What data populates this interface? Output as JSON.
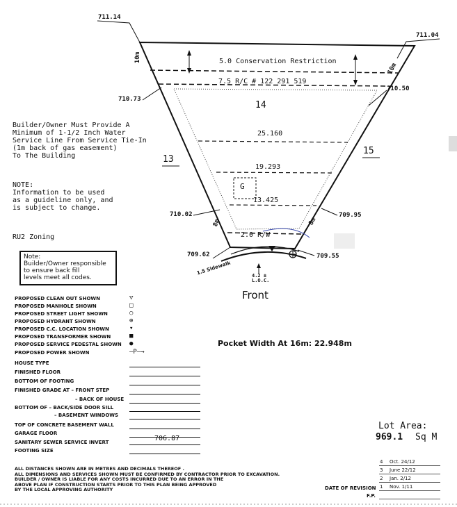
{
  "plan": {
    "elevations": {
      "top_left": "711.14",
      "top_right": "711.04",
      "left_upper": "710.73",
      "right_upper": "710.50",
      "left_lower": "710.02",
      "right_lower": "709.95",
      "bottom_left": "709.62",
      "bottom_right": "709.55"
    },
    "side_setback_left": "10m",
    "side_setback_right": "10m",
    "lower_setback_left": "8m",
    "lower_setback_right": "8m",
    "conservation_label": "5.0 Conservation Restriction",
    "rc_label": "7.5 R/C # 122 291 519",
    "lot_number": "14",
    "lot_left": "13",
    "lot_right": "15",
    "width_upper": "25.160",
    "width_mid": "19.293",
    "width_lower": "13.425",
    "garage_label": "G",
    "rw_label": "2.0 R/W",
    "sidewalk_label": "1.5 Sidewalk",
    "loc_value": "4.2 ±",
    "loc_label": "L.O.C.",
    "front_label": "Front"
  },
  "notes": {
    "builder_service": "Builder/Owner Must Provide A\nMinimum of 1-1/2 Inch Water\nService Line From Service Tie-In\n(1m back of gas easement)\nTo The Building",
    "guideline": "NOTE:\nInformation to be used\nas a guideline only, and\nis subject to change.",
    "zoning": "RU2 Zoning",
    "backfill": "Note:\nBuilder/Owner responsible\nto ensure back fill\nlevels meet all codes.",
    "pocket_width": "Pocket Width At 16m:  22.948m"
  },
  "legend": [
    {
      "label": "PROPOSED CLEAN OUT SHOWN",
      "symbol": "▽"
    },
    {
      "label": "PROPOSED MANHOLE SHOWN",
      "symbol": "□"
    },
    {
      "label": "PROPOSED STREET LIGHT SHOWN",
      "symbol": "○"
    },
    {
      "label": "PROPOSED HYDRANT SHOWN",
      "symbol": "⊕"
    },
    {
      "label": "PROPOSED C.C. LOCATION SHOWN",
      "symbol": "▾"
    },
    {
      "label": "PROPOSED TRANSFORMER SHOWN",
      "symbol": "■"
    },
    {
      "label": "PROPOSED SERVICE PEDESTAL SHOWN",
      "symbol": "●"
    },
    {
      "label": "PROPOSED POWER SHOWN",
      "symbol": "–P–→"
    }
  ],
  "fields": [
    {
      "label": "HOUSE TYPE",
      "value": ""
    },
    {
      "label": "FINISHED FLOOR",
      "value": ""
    },
    {
      "label": "BOTTOM OF FOOTING",
      "value": ""
    },
    {
      "label": "FINISHED GRADE AT – FRONT STEP",
      "value": ""
    },
    {
      "label": "– BACK OF HOUSE",
      "value": ""
    },
    {
      "label": "BOTTOM OF – BACK/SIDE DOOR SILL",
      "value": ""
    },
    {
      "label": "– BASEMENT WINDOWS",
      "value": ""
    },
    {
      "label": "TOP OF CONCRETE BASEMENT WALL",
      "value": ""
    },
    {
      "label": "GARAGE FLOOR",
      "value": ""
    },
    {
      "label": "SANITARY SEWER SERVICE INVERT",
      "value": "706.87"
    },
    {
      "label": "FOOTING SIZE",
      "value": ""
    }
  ],
  "footer": {
    "line1": "ALL DISTANCES SHOWN ARE IN  METRES    AND DECIMALS THEREOF .",
    "line2": "ALL DIMENSIONS AND SERVICES SHOWN MUST BE CONFIRMED BY CONTRACTOR PRIOR TO EXCAVATION.",
    "line3": "BUILDER / OWNER IS LIABLE FOR ANY COSTS INCURRED DUE TO AN ERROR IN THE",
    "line4": "ABOVE PLAN IF CONSTRUCTION STARTS PRIOR TO THIS PLAN BEING APPROVED",
    "line5": "BY THE LOCAL APPROVING AUTHORITY"
  },
  "lot_area": {
    "label": "Lot Area:",
    "value": "969.1",
    "unit": "Sq M"
  },
  "revisions": {
    "date_of_revision_label": "DATE OF REVISION",
    "fp_label": "F.P.",
    "entries": [
      {
        "num": "4",
        "date": "Oct. 24/12"
      },
      {
        "num": "3",
        "date": "June 22/12"
      },
      {
        "num": "2",
        "date": "Jan. 2/12"
      },
      {
        "num": "1",
        "date": "Nov. 1/11"
      }
    ]
  }
}
